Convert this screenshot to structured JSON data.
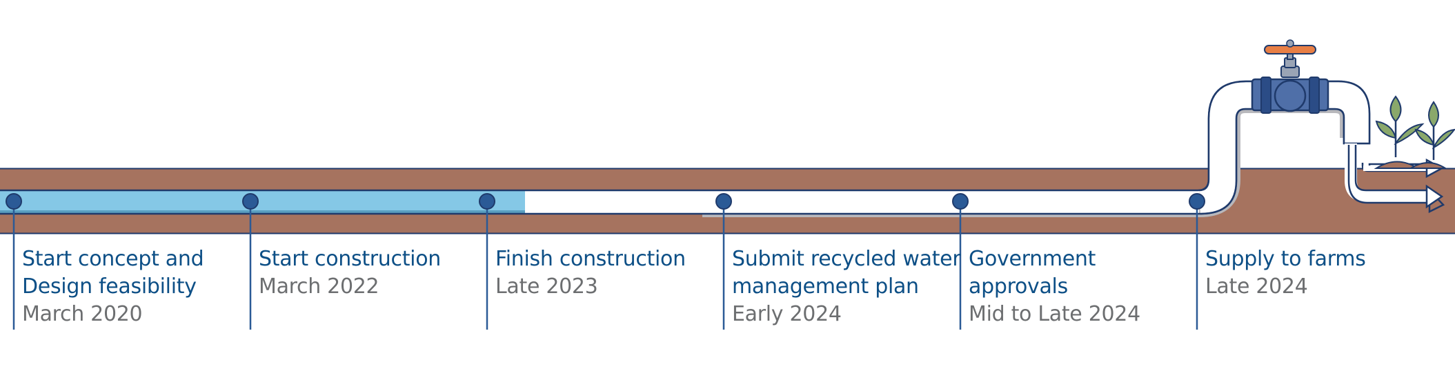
{
  "milestones": [
    {
      "title_lines": [
        "Start concept and",
        "Design feasibility"
      ],
      "date": "March 2020",
      "state": "complete"
    },
    {
      "title_lines": [
        "Start construction"
      ],
      "date": "March 2022",
      "state": "complete"
    },
    {
      "title_lines": [
        "Finish construction"
      ],
      "date": "Late 2023",
      "state": "complete"
    },
    {
      "title_lines": [
        "Submit recycled water",
        "management plan"
      ],
      "date": "Early 2024",
      "state": "upcoming"
    },
    {
      "title_lines": [
        "Government",
        "approvals"
      ],
      "date": "Mid to Late 2024",
      "state": "upcoming"
    },
    {
      "title_lines": [
        "Supply to farms"
      ],
      "date": "Late 2024",
      "state": "upcoming"
    }
  ],
  "progress_fraction": 0.47,
  "icons": [
    "water-tap-icon",
    "plant-sprout-icon",
    "flow-arrow-icon"
  ],
  "colors": {
    "soil": "#a6735f",
    "water": "#85c8e6",
    "outline": "#1f3a6b",
    "marker": "#2b5a96",
    "title_text": "#0d4f86",
    "date_text": "#6c6e70",
    "tap_handle": "#e87f45",
    "leaf": "#8aa86b"
  }
}
